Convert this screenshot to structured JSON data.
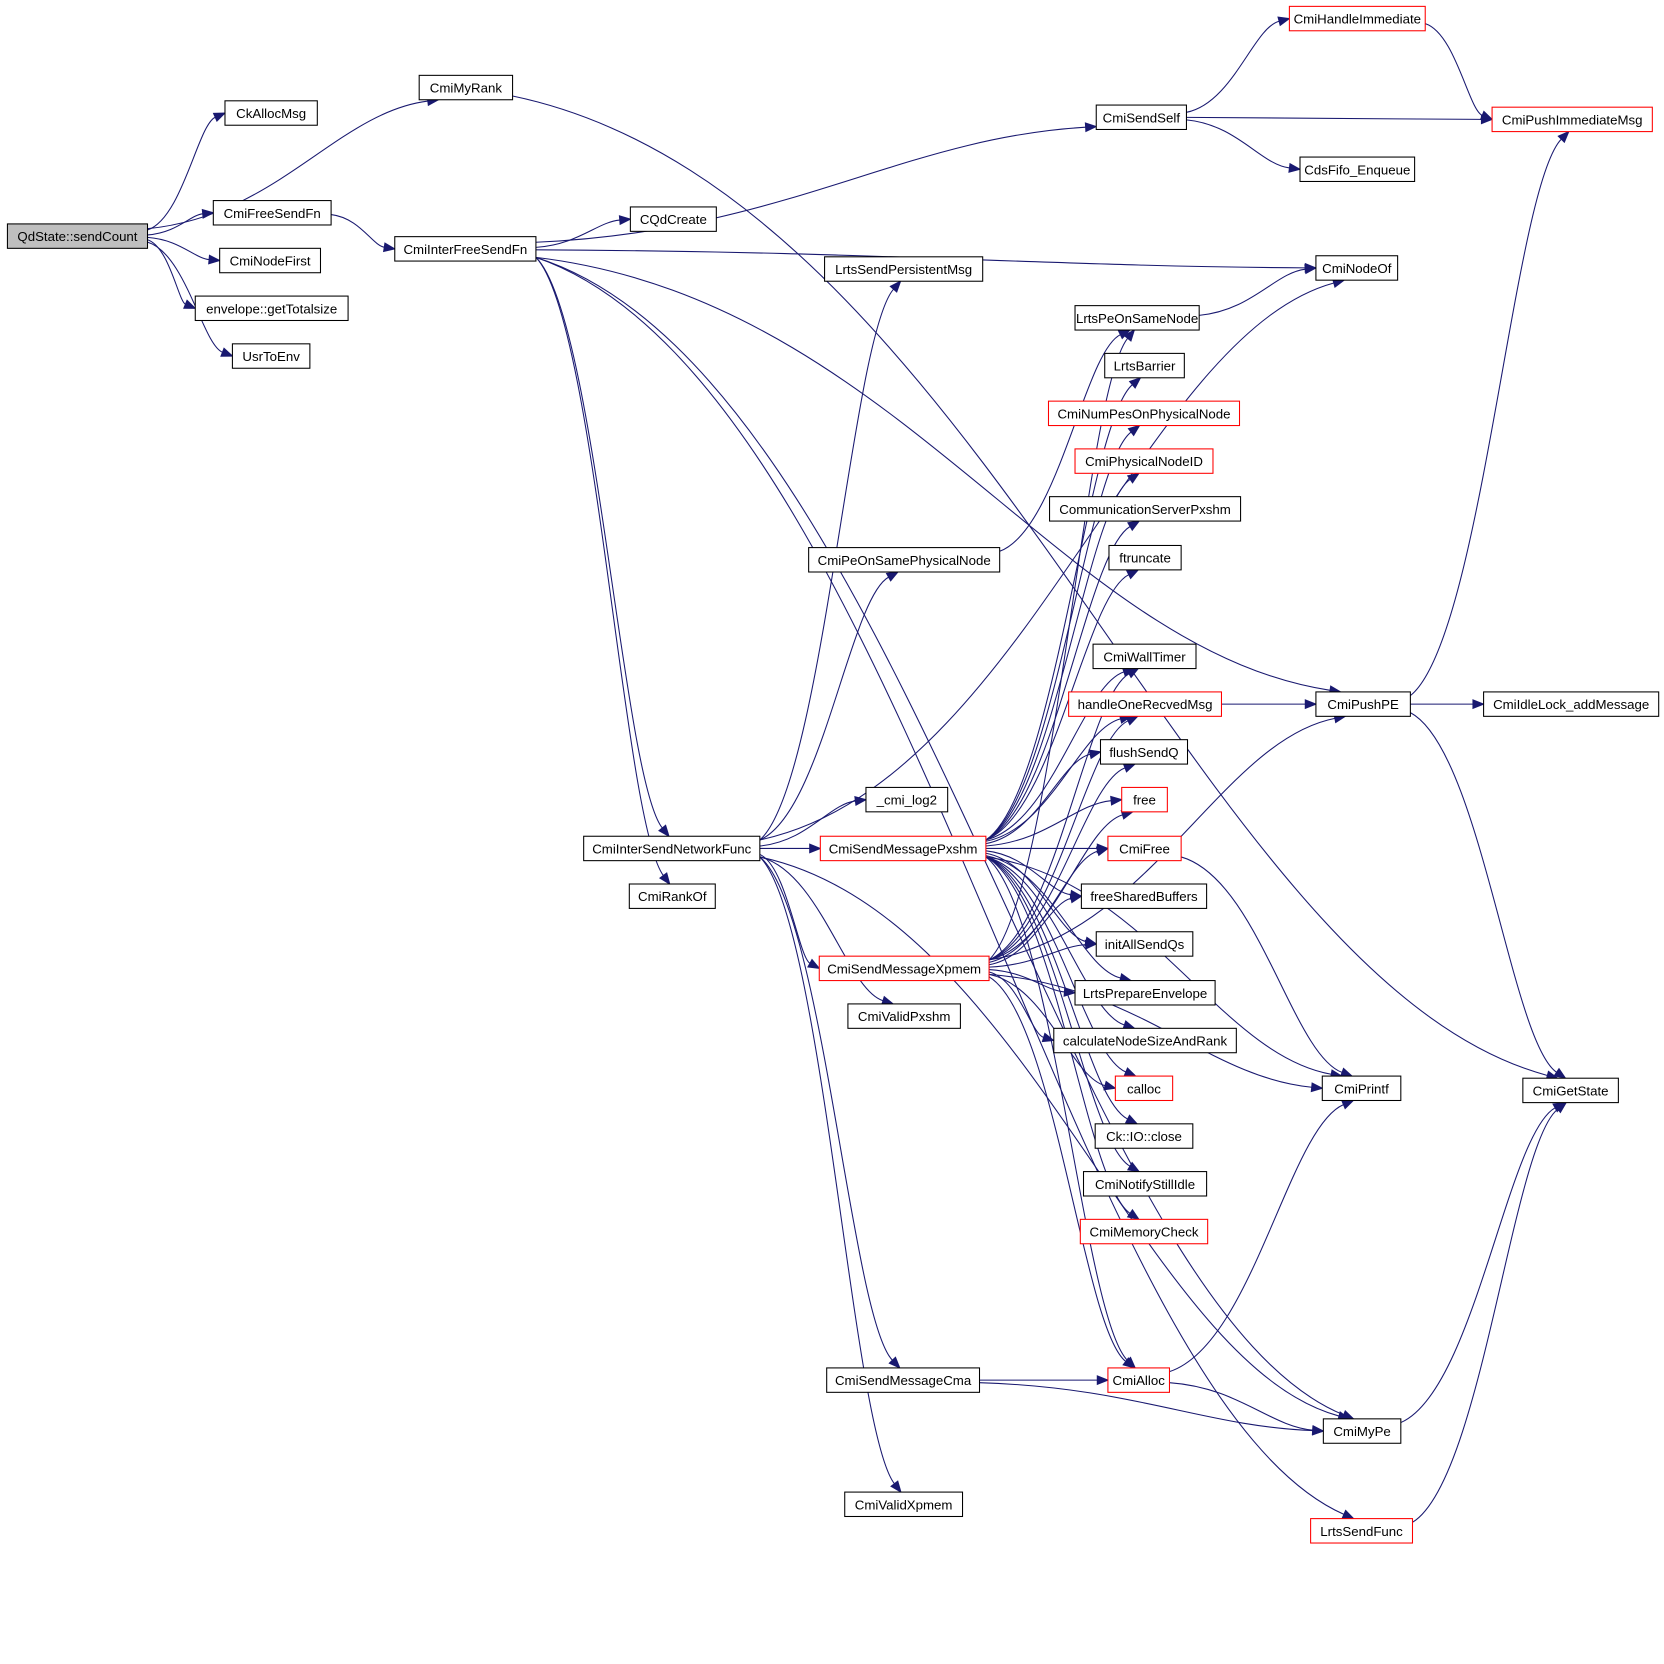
{
  "diagram": {
    "type": "call-graph",
    "colors": {
      "edge": "#191970",
      "root_fill": "#bfbfbf",
      "node_border": "#000000",
      "truncated_border": "#ff0000"
    },
    "nodes": [
      {
        "id": "sendCount",
        "label": "QdState::sendCount",
        "root": true
      },
      {
        "id": "CkAllocMsg",
        "label": "CkAllocMsg"
      },
      {
        "id": "CmiMyRank",
        "label": "CmiMyRank"
      },
      {
        "id": "CmiFreeSendFn",
        "label": "CmiFreeSendFn"
      },
      {
        "id": "CmiNodeFirst",
        "label": "CmiNodeFirst"
      },
      {
        "id": "getTotalsize",
        "label": "envelope::getTotalsize"
      },
      {
        "id": "UsrToEnv",
        "label": "UsrToEnv"
      },
      {
        "id": "CmiInterFreeSendFn",
        "label": "CmiInterFreeSendFn"
      },
      {
        "id": "CQdCreate",
        "label": "CQdCreate"
      },
      {
        "id": "CmiHandleImmediate",
        "label": "CmiHandleImmediate",
        "truncated": true
      },
      {
        "id": "CmiSendSelf",
        "label": "CmiSendSelf"
      },
      {
        "id": "CmiPushImmediateMsg",
        "label": "CmiPushImmediateMsg",
        "truncated": true
      },
      {
        "id": "CdsFifo_Enqueue",
        "label": "CdsFifo_Enqueue"
      },
      {
        "id": "CmiNodeOf",
        "label": "CmiNodeOf"
      },
      {
        "id": "LrtsSendPersistentMsg",
        "label": "LrtsSendPersistentMsg"
      },
      {
        "id": "LrtsPeOnSameNode",
        "label": "LrtsPeOnSameNode"
      },
      {
        "id": "LrtsBarrier",
        "label": "LrtsBarrier"
      },
      {
        "id": "CmiNumPesOnPhysicalNode",
        "label": "CmiNumPesOnPhysicalNode",
        "truncated": true
      },
      {
        "id": "CmiPhysicalNodeID",
        "label": "CmiPhysicalNodeID",
        "truncated": true
      },
      {
        "id": "CommunicationServerPxshm",
        "label": "CommunicationServerPxshm"
      },
      {
        "id": "ftruncate",
        "label": "ftruncate"
      },
      {
        "id": "CmiPeOnSamePhysicalNode",
        "label": "CmiPeOnSamePhysicalNode"
      },
      {
        "id": "CmiWallTimer",
        "label": "CmiWallTimer"
      },
      {
        "id": "handleOneRecvedMsg",
        "label": "handleOneRecvedMsg",
        "truncated": true
      },
      {
        "id": "CmiPushPE",
        "label": "CmiPushPE"
      },
      {
        "id": "CmiIdleLock_addMessage",
        "label": "CmiIdleLock_addMessage"
      },
      {
        "id": "flushSendQ",
        "label": "flushSendQ"
      },
      {
        "id": "_cmi_log2",
        "label": "_cmi_log2"
      },
      {
        "id": "free",
        "label": "free",
        "truncated": true
      },
      {
        "id": "CmiInterSendNetworkFunc",
        "label": "CmiInterSendNetworkFunc"
      },
      {
        "id": "CmiSendMessagePxshm",
        "label": "CmiSendMessagePxshm",
        "truncated": true
      },
      {
        "id": "CmiFree",
        "label": "CmiFree",
        "truncated": true
      },
      {
        "id": "CmiRankOf",
        "label": "CmiRankOf"
      },
      {
        "id": "freeSharedBuffers",
        "label": "freeSharedBuffers"
      },
      {
        "id": "initAllSendQs",
        "label": "initAllSendQs"
      },
      {
        "id": "CmiSendMessageXpmem",
        "label": "CmiSendMessageXpmem",
        "truncated": true
      },
      {
        "id": "LrtsPrepareEnvelope",
        "label": "LrtsPrepareEnvelope"
      },
      {
        "id": "CmiValidPxshm",
        "label": "CmiValidPxshm"
      },
      {
        "id": "calculateNodeSizeAndRank",
        "label": "calculateNodeSizeAndRank"
      },
      {
        "id": "calloc",
        "label": "calloc",
        "truncated": true
      },
      {
        "id": "CmiPrintf",
        "label": "CmiPrintf"
      },
      {
        "id": "CmiGetState",
        "label": "CmiGetState"
      },
      {
        "id": "CkIOclose",
        "label": "Ck::IO::close"
      },
      {
        "id": "CmiNotifyStillIdle",
        "label": "CmiNotifyStillIdle"
      },
      {
        "id": "CmiMemoryCheck",
        "label": "CmiMemoryCheck",
        "truncated": true
      },
      {
        "id": "CmiSendMessageCma",
        "label": "CmiSendMessageCma"
      },
      {
        "id": "CmiAlloc",
        "label": "CmiAlloc",
        "truncated": true
      },
      {
        "id": "CmiMyPe",
        "label": "CmiMyPe"
      },
      {
        "id": "CmiValidXpmem",
        "label": "CmiValidXpmem"
      },
      {
        "id": "LrtsSendFunc",
        "label": "LrtsSendFunc",
        "truncated": true
      }
    ],
    "edges": [
      [
        "sendCount",
        "CkAllocMsg"
      ],
      [
        "sendCount",
        "CmiMyRank"
      ],
      [
        "sendCount",
        "CmiFreeSendFn"
      ],
      [
        "sendCount",
        "CmiNodeFirst"
      ],
      [
        "sendCount",
        "getTotalsize"
      ],
      [
        "sendCount",
        "UsrToEnv"
      ],
      [
        "CmiFreeSendFn",
        "CmiInterFreeSendFn"
      ],
      [
        "CmiMyRank",
        "CmiGetState"
      ],
      [
        "CmiInterFreeSendFn",
        "CQdCreate"
      ],
      [
        "CmiInterFreeSendFn",
        "CmiSendSelf"
      ],
      [
        "CmiInterFreeSendFn",
        "CmiNodeOf"
      ],
      [
        "CmiInterFreeSendFn",
        "CmiPushPE"
      ],
      [
        "CmiInterFreeSendFn",
        "CmiInterSendNetworkFunc"
      ],
      [
        "CmiInterFreeSendFn",
        "CmiRankOf"
      ],
      [
        "CmiInterFreeSendFn",
        "CmiMyPe"
      ],
      [
        "CmiInterFreeSendFn",
        "LrtsSendFunc"
      ],
      [
        "CmiSendSelf",
        "CmiHandleImmediate"
      ],
      [
        "CmiSendSelf",
        "CmiPushImmediateMsg"
      ],
      [
        "CmiSendSelf",
        "CdsFifo_Enqueue"
      ],
      [
        "CmiHandleImmediate",
        "CmiPushImmediateMsg"
      ],
      [
        "LrtsPeOnSameNode",
        "CmiNodeOf"
      ],
      [
        "CmiPeOnSamePhysicalNode",
        "LrtsPeOnSameNode"
      ],
      [
        "CmiInterSendNetworkFunc",
        "LrtsSendPersistentMsg"
      ],
      [
        "CmiInterSendNetworkFunc",
        "CmiNodeOf"
      ],
      [
        "CmiInterSendNetworkFunc",
        "CmiPeOnSamePhysicalNode"
      ],
      [
        "CmiInterSendNetworkFunc",
        "_cmi_log2"
      ],
      [
        "CmiInterSendNetworkFunc",
        "CmiSendMessagePxshm"
      ],
      [
        "CmiInterSendNetworkFunc",
        "CmiSendMessageXpmem"
      ],
      [
        "CmiInterSendNetworkFunc",
        "CmiValidPxshm"
      ],
      [
        "CmiInterSendNetworkFunc",
        "CmiSendMessageCma"
      ],
      [
        "CmiInterSendNetworkFunc",
        "CmiValidXpmem"
      ],
      [
        "CmiInterSendNetworkFunc",
        "CmiMyPe"
      ],
      [
        "CmiSendMessagePxshm",
        "LrtsBarrier"
      ],
      [
        "CmiSendMessagePxshm",
        "CmiNumPesOnPhysicalNode"
      ],
      [
        "CmiSendMessagePxshm",
        "CmiPhysicalNodeID"
      ],
      [
        "CmiSendMessagePxshm",
        "CommunicationServerPxshm"
      ],
      [
        "CmiSendMessagePxshm",
        "ftruncate"
      ],
      [
        "CmiSendMessagePxshm",
        "CmiWallTimer"
      ],
      [
        "CmiSendMessagePxshm",
        "handleOneRecvedMsg"
      ],
      [
        "CmiSendMessagePxshm",
        "flushSendQ"
      ],
      [
        "CmiSendMessagePxshm",
        "free"
      ],
      [
        "CmiSendMessagePxshm",
        "CmiFree"
      ],
      [
        "CmiSendMessagePxshm",
        "freeSharedBuffers"
      ],
      [
        "CmiSendMessagePxshm",
        "initAllSendQs"
      ],
      [
        "CmiSendMessagePxshm",
        "LrtsPrepareEnvelope"
      ],
      [
        "CmiSendMessagePxshm",
        "calculateNodeSizeAndRank"
      ],
      [
        "CmiSendMessagePxshm",
        "calloc"
      ],
      [
        "CmiSendMessagePxshm",
        "CkIOclose"
      ],
      [
        "CmiSendMessagePxshm",
        "CmiNotifyStillIdle"
      ],
      [
        "CmiSendMessagePxshm",
        "CmiMemoryCheck"
      ],
      [
        "CmiSendMessagePxshm",
        "CmiAlloc"
      ],
      [
        "CmiSendMessagePxshm",
        "CmiPrintf"
      ],
      [
        "CmiSendMessageXpmem",
        "LrtsPeOnSameNode"
      ],
      [
        "CmiSendMessageXpmem",
        "CmiWallTimer"
      ],
      [
        "CmiSendMessageXpmem",
        "handleOneRecvedMsg"
      ],
      [
        "CmiSendMessageXpmem",
        "flushSendQ"
      ],
      [
        "CmiSendMessageXpmem",
        "free"
      ],
      [
        "CmiSendMessageXpmem",
        "CmiFree"
      ],
      [
        "CmiSendMessageXpmem",
        "freeSharedBuffers"
      ],
      [
        "CmiSendMessageXpmem",
        "initAllSendQs"
      ],
      [
        "CmiSendMessageXpmem",
        "LrtsPrepareEnvelope"
      ],
      [
        "CmiSendMessageXpmem",
        "calculateNodeSizeAndRank"
      ],
      [
        "CmiSendMessageXpmem",
        "calloc"
      ],
      [
        "CmiSendMessageXpmem",
        "CmiAlloc"
      ],
      [
        "CmiSendMessageXpmem",
        "CmiPrintf"
      ],
      [
        "CmiSendMessageXpmem",
        "CmiPushPE"
      ],
      [
        "handleOneRecvedMsg",
        "CmiPushPE"
      ],
      [
        "CmiPushPE",
        "CmiIdleLock_addMessage"
      ],
      [
        "CmiPushPE",
        "CmiPushImmediateMsg"
      ],
      [
        "CmiPushPE",
        "CmiGetState"
      ],
      [
        "CmiFree",
        "CmiPrintf"
      ],
      [
        "CmiSendMessageCma",
        "CmiAlloc"
      ],
      [
        "CmiSendMessageCma",
        "CmiMyPe"
      ],
      [
        "CmiAlloc",
        "CmiMyPe"
      ],
      [
        "CmiAlloc",
        "CmiPrintf"
      ],
      [
        "CmiMyPe",
        "CmiGetState"
      ],
      [
        "LrtsSendFunc",
        "CmiGetState"
      ]
    ]
  }
}
